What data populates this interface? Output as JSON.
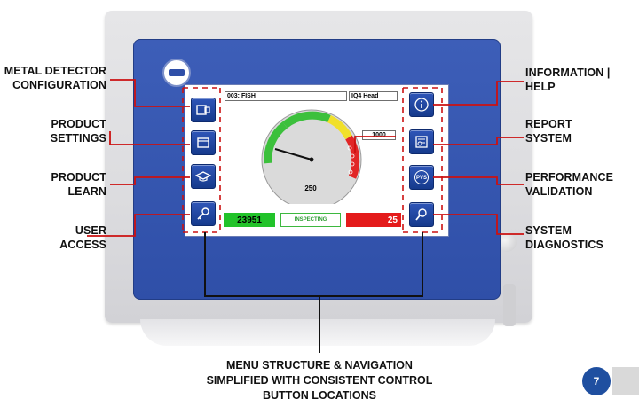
{
  "callouts": {
    "metal_detector_config": [
      "METAL DETECTOR",
      "CONFIGURATION"
    ],
    "product_settings": [
      "PRODUCT",
      "SETTINGS"
    ],
    "product_learn": [
      "PRODUCT",
      "LEARN"
    ],
    "user_access": [
      "USER",
      "ACCESS"
    ],
    "information_help": [
      "INFORMATION  |",
      "HELP"
    ],
    "report_system": [
      "REPORT",
      "SYSTEM"
    ],
    "performance_validation": [
      "PERFORMANCE",
      "VALIDATION"
    ],
    "system_diagnostics": [
      "SYSTEM",
      "DIAGNOSTICS"
    ]
  },
  "caption": [
    "MENU STRUCTURE & NAVIGATION",
    "SIMPLIFIED WITH CONSISTENT CONTROL",
    "BUTTON LOCATIONS"
  ],
  "screen": {
    "product_field": "003: FISH",
    "head_field": "IQ4 Head",
    "threshold": "1000",
    "gauge_value": "250",
    "count_good": "23951",
    "status": "INSPECTING",
    "count_reject": "25",
    "pvs_label": "PVS"
  },
  "page_number": "7",
  "colors": {
    "bezel": "#2f4fa8",
    "gauge_green": "#3cc03c",
    "gauge_yellow": "#f1e02a",
    "gauge_red": "#e12626",
    "callout_line": "#cc1111"
  }
}
